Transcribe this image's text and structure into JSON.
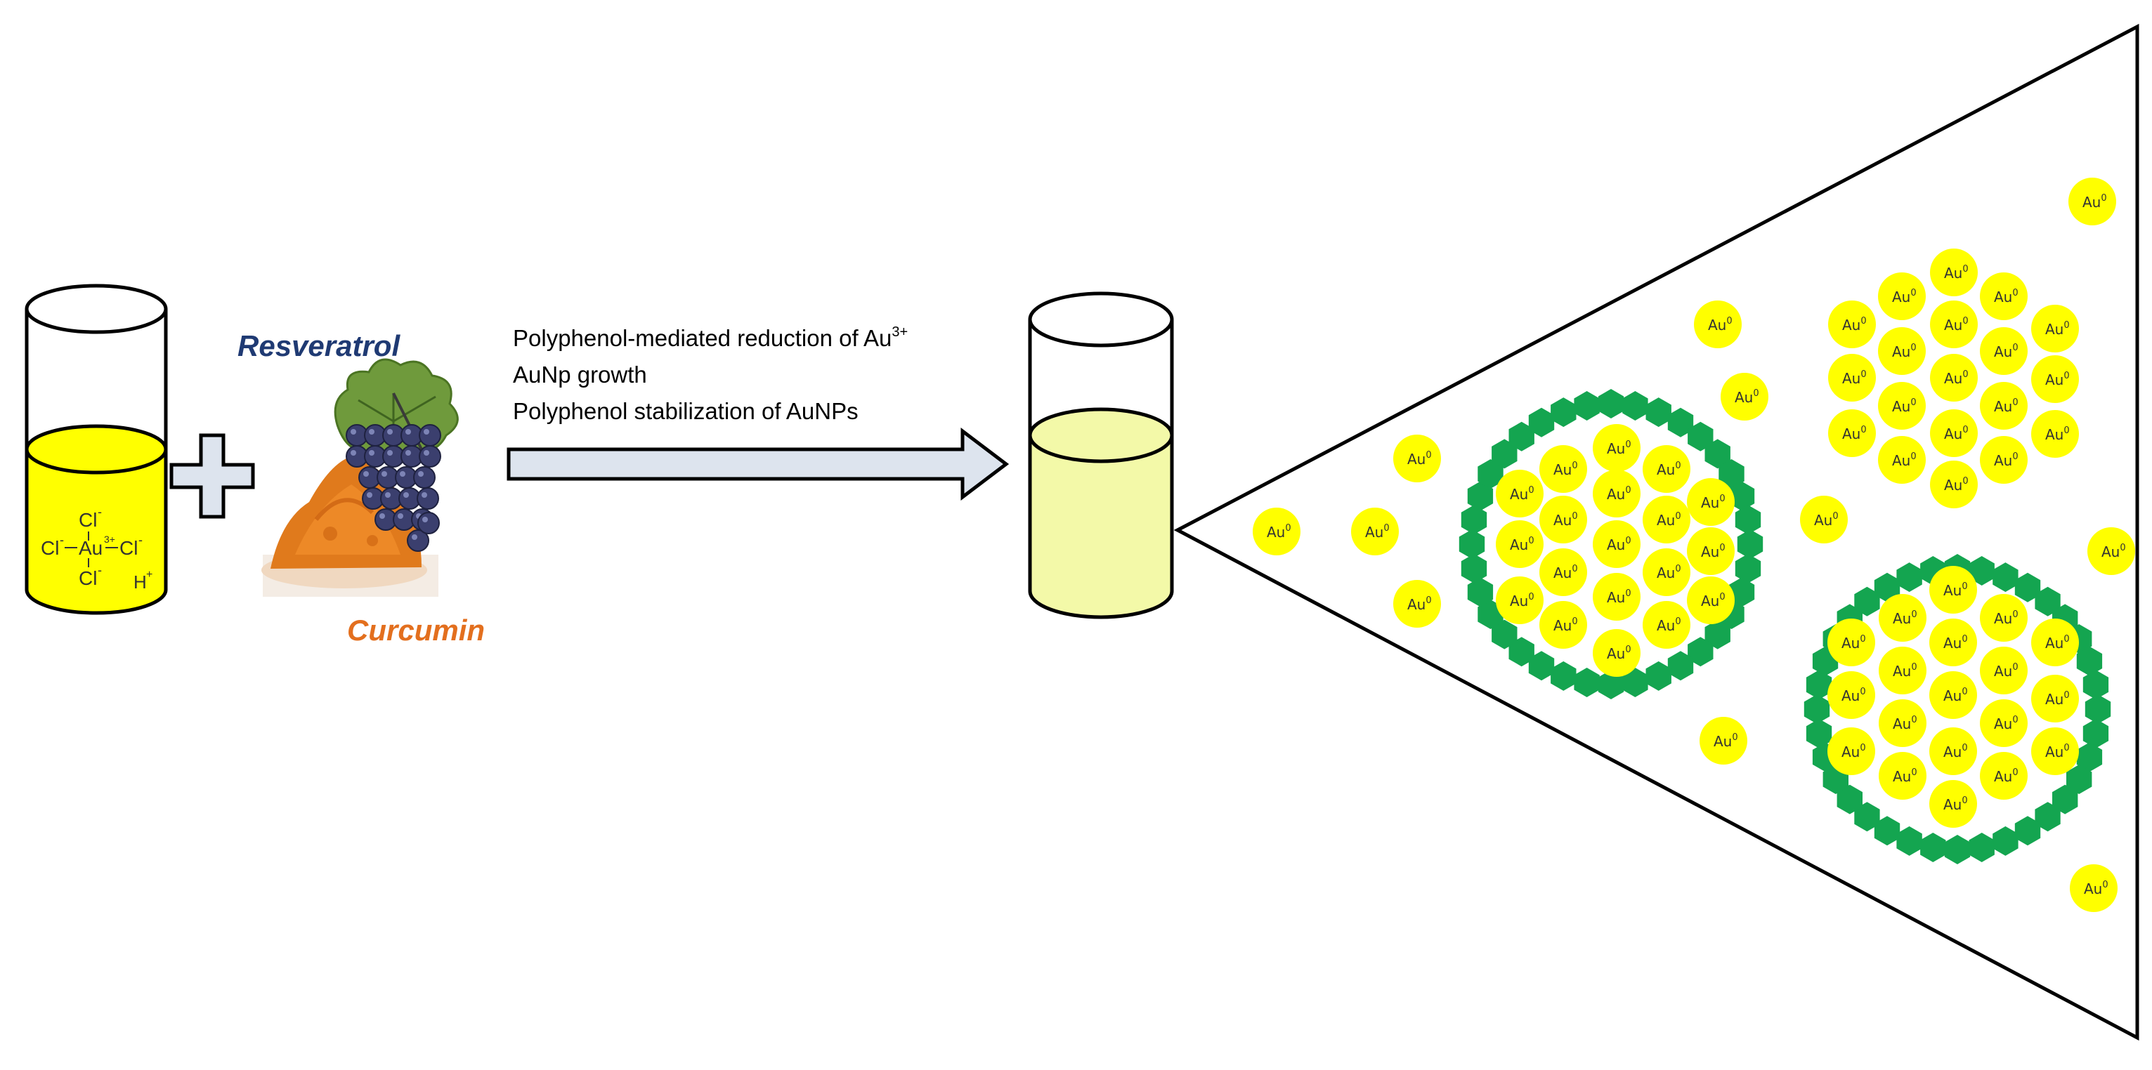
{
  "reagents": {
    "resveratrol_label": "Resveratrol",
    "curcumin_label": "Curcumin",
    "resveratrol_color": "#1f3a73",
    "curcumin_color": "#e36f1e"
  },
  "complex": {
    "cl": "Cl",
    "neg": "-",
    "au": "Au",
    "au_charge": "3+",
    "h": "H",
    "pos": "+"
  },
  "process": {
    "line1_prefix": "Polyphenol-mediated reduction of Au",
    "line1_sup": "3+",
    "line2": "AuNp growth",
    "line3": "Polyphenol stabilization of  AuNPs"
  },
  "nanoparticle": {
    "symbol": "Au",
    "oxidation_state": "0"
  },
  "colors": {
    "gold_solution": "#ffff00",
    "reduced_solution": "#f3f9a8",
    "au_particle": "#ffff00",
    "stabilizer": "#14a550",
    "arrow_fill": "#dde4ee",
    "outline": "#000000"
  }
}
